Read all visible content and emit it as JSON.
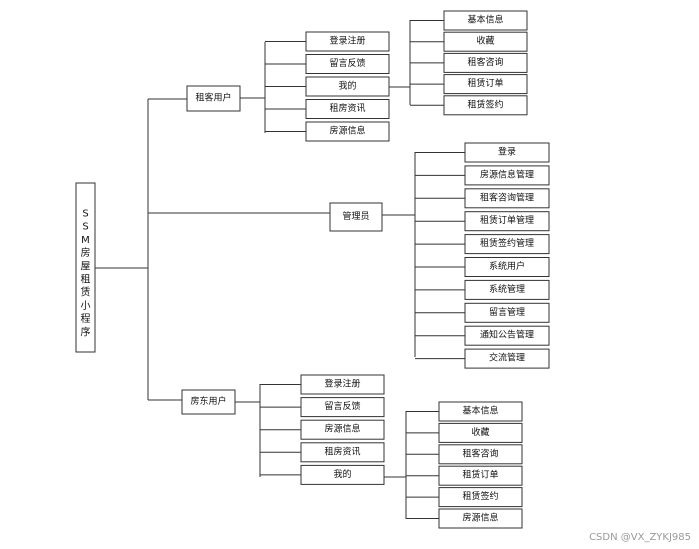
{
  "root": {
    "chars": [
      "S",
      "S",
      "M",
      "房",
      "屋",
      "租",
      "赁",
      "小",
      "程",
      "序"
    ]
  },
  "tenant": {
    "label": "租客用户",
    "items": [
      "登录注册",
      "留言反馈",
      "我的",
      "租房资讯",
      "房源信息"
    ],
    "my_items": [
      "基本信息",
      "收藏",
      "租客咨询",
      "租赁订单",
      "租赁签约"
    ]
  },
  "admin": {
    "label": "管理员",
    "items": [
      "登录",
      "房源信息管理",
      "租客咨询管理",
      "租赁订单管理",
      "租赁签约管理",
      "系统用户",
      "系统管理",
      "留言管理",
      "通知公告管理",
      "交流管理"
    ]
  },
  "landlord": {
    "label": "房东用户",
    "items": [
      "登录注册",
      "留言反馈",
      "房源信息",
      "租房资讯",
      "我的"
    ],
    "my_items": [
      "基本信息",
      "收藏",
      "租客咨询",
      "租赁订单",
      "租赁签约",
      "房源信息"
    ]
  },
  "watermark": "CSDN @VX_ZYKJ985"
}
